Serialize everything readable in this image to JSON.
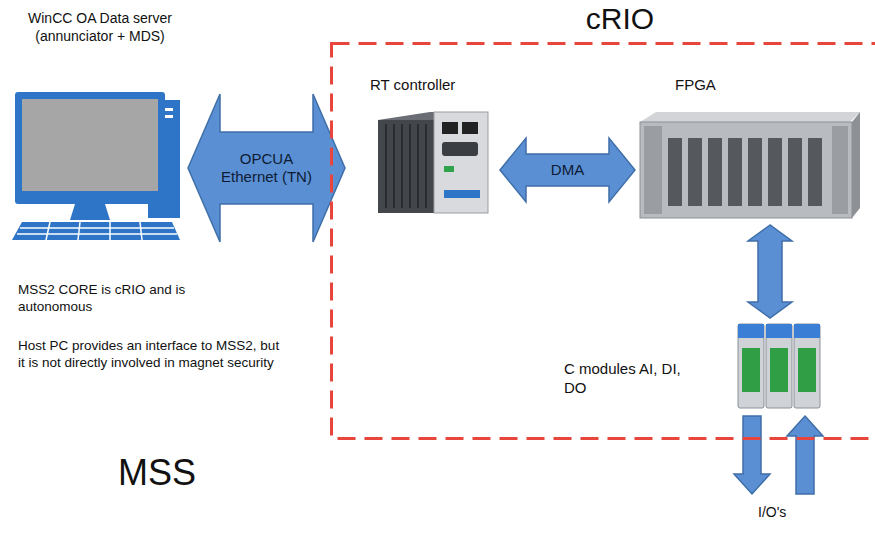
{
  "diagram": {
    "nodes": [
      {
        "text": [
          "WinCC OA Data server (annunciator + MDS)"
        ]
      },
      {
        "text": [
          "cRIO"
        ]
      },
      {
        "text": [
          "RT controller"
        ],
        "in": 1
      },
      {
        "text": [
          "FPGA"
        ],
        "in": 1
      },
      {
        "text": [
          "C modules AI, DI, DO"
        ],
        "in": 1
      }
    ],
    "edges": [
      {
        "from": 0,
        "to": 2,
        "label": "OPCUA Ethernet (TN)",
        "arrow": "both"
      },
      {
        "from": 2,
        "to": 3,
        "label": "DMA",
        "arrow": "both"
      },
      {
        "from": 3,
        "to": 4,
        "arrow": "both"
      }
    ],
    "labels": [
      "MSS2 CORE is cRIO and is autonomous",
      "Host PC provides an interface to MSS2, but it is not directly involved in magnet security",
      "MSS",
      "I/O's"
    ]
  }
}
